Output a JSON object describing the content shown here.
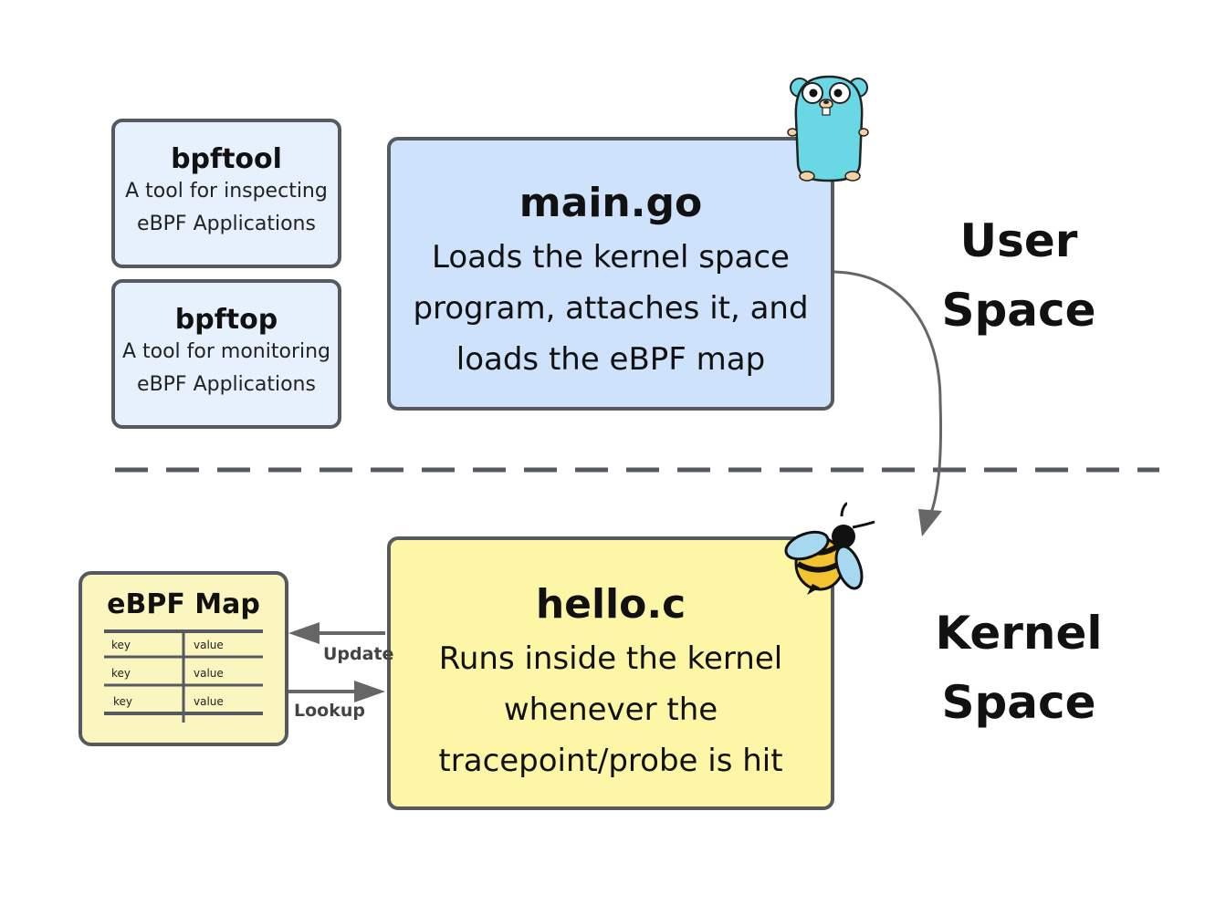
{
  "tools": [
    {
      "title": "bpftool",
      "desc_line1": "A tool for inspecting",
      "desc_line2": "eBPF Applications"
    },
    {
      "title": "bpftop",
      "desc_line1": "A tool for monitoring",
      "desc_line2": "eBPF Applications"
    }
  ],
  "main_box": {
    "title": "main.go",
    "line1": "Loads the kernel space",
    "line2": "program, attaches it, and",
    "line3": "loads the eBPF map"
  },
  "hello_box": {
    "title": "hello.c",
    "line1": "Runs inside the kernel",
    "line2": "whenever the",
    "line3": "tracepoint/probe is hit"
  },
  "user_space": {
    "line1": "User",
    "line2": "Space"
  },
  "kernel_space": {
    "line1": "Kernel",
    "line2": "Space"
  },
  "ebpf_map": {
    "title": "eBPF Map",
    "rows": [
      {
        "key": "key",
        "value": "value"
      },
      {
        "key": "key",
        "value": "value"
      },
      {
        "key": "key",
        "value": "value"
      }
    ]
  },
  "arrows": {
    "update_label": "Update",
    "lookup_label": "Lookup"
  },
  "colors": {
    "user_box": "#cfe2fc",
    "kernel_box": "#fdf6a7",
    "tool_box": "#e7f0fd",
    "map_box": "#fbf5c0",
    "border": "#555a60"
  },
  "icons": [
    "gopher-mascot-icon",
    "bee-mascot-icon"
  ]
}
